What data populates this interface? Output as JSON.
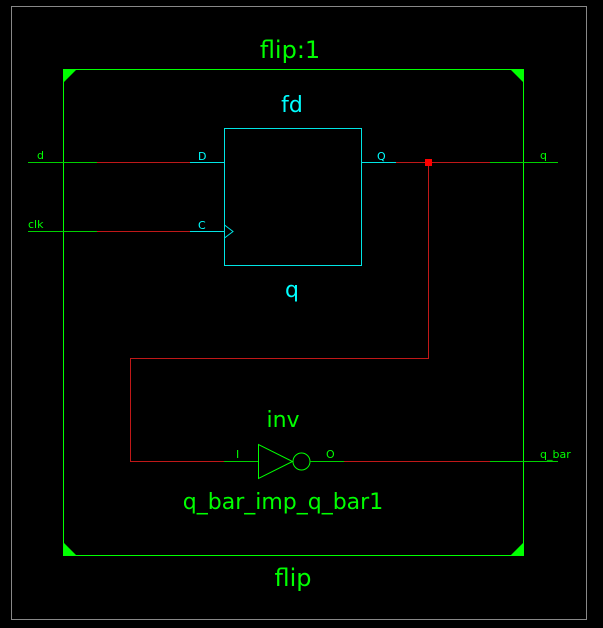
{
  "schematic": {
    "module_title": "flip:1",
    "module_name": "flip",
    "ports": {
      "d": "d",
      "clk": "clk",
      "q": "q",
      "q_bar": "q_bar"
    },
    "flip_flop": {
      "type_label": "fd",
      "instance_label": "q",
      "pin_d": "D",
      "pin_c": "C",
      "pin_q": "Q"
    },
    "inverter": {
      "type_label": "inv",
      "instance_label": "q_bar_imp_q_bar1",
      "pin_i": "I",
      "pin_o": "O"
    }
  },
  "colors": {
    "background": "#000000",
    "module_border": "#00ff00",
    "outer_frame": "#888888",
    "flip_flop_box": "#00e5e5",
    "net_wire": "#c01818",
    "port_wire": "#00d000",
    "pin_stub": "#00e5e5",
    "net_junction": "#ff0000",
    "green_text": "#00ff00",
    "cyan_text": "#00ffff"
  }
}
